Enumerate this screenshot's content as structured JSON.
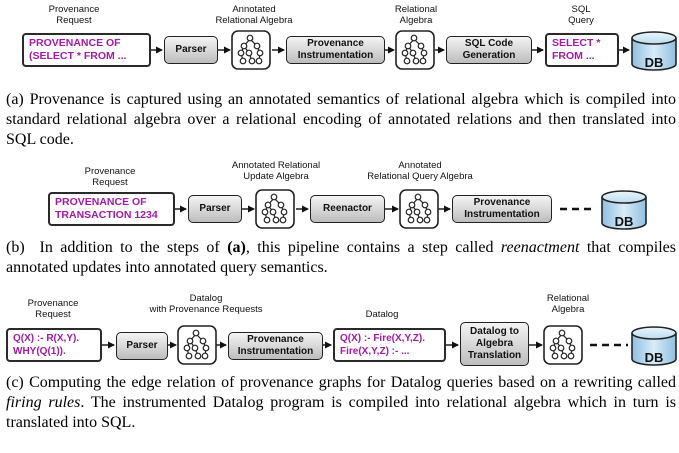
{
  "panel_a": {
    "labels": {
      "provenance_request": [
        "Provenance",
        "Request"
      ],
      "annotated_algebra": [
        "Annotated",
        "Relational Algebra"
      ],
      "relational_algebra": [
        "Relational",
        "Algebra"
      ],
      "sql_query": [
        "SQL",
        "Query"
      ]
    },
    "request_box": [
      "PROVENANCE OF",
      "(SELECT * FROM ..."
    ],
    "parser": "Parser",
    "instrumentation": [
      "Provenance",
      "Instrumentation"
    ],
    "sql_gen": [
      "SQL Code",
      "Generation"
    ],
    "sql_box": [
      "SELECT *",
      "FROM ..."
    ],
    "db": "DB",
    "caption_tag": "(a)",
    "caption": [
      "Provenance is captured using an annotated semantics of relational algebra",
      "which is compiled into standard relational algebra over a relational encoding",
      "of annotated relations and then translated into SQL code."
    ]
  },
  "panel_b": {
    "labels": {
      "provenance_request": [
        "Provenance",
        "Request"
      ],
      "annotated_update": [
        "Annotated Relational",
        "Update Algebra"
      ],
      "annotated_query": [
        "Annotated",
        "Relational Query Algebra"
      ]
    },
    "request_box": [
      "PROVENANCE OF",
      "TRANSACTION 1234"
    ],
    "parser": "Parser",
    "reenactor": "Reenactor",
    "instrumentation": [
      "Provenance",
      "Instrumentation"
    ],
    "db": "DB",
    "caption_tag": "(b)",
    "caption_pre": "In addition to the steps of",
    "caption_bold": "(a)",
    "caption_post": ", this pipeline contains a step called",
    "caption_italic": "reenactment",
    "caption_end": " that compiles annotated updates into annotated query semantics."
  },
  "panel_c": {
    "labels": {
      "provenance_request": [
        "Provenance",
        "Request"
      ],
      "datalog_req": [
        "Datalog",
        "with Provenance Requests"
      ],
      "datalog": [
        "Datalog"
      ],
      "relational_algebra": [
        "Relational",
        "Algebra"
      ]
    },
    "request_box": [
      "Q(X) :- R(X,Y).",
      "WHY(Q(1))."
    ],
    "parser": "Parser",
    "instrumentation": [
      "Provenance",
      "Instrumentation"
    ],
    "datalog_box": [
      "Q(X) :- Fire(X,Y,Z).",
      "Fire(X,Y,Z) :- ..."
    ],
    "translation": [
      "Datalog to",
      "Algebra",
      "Translation"
    ],
    "db": "DB",
    "caption_tag": "(c)",
    "caption_pre": "Computing the edge relation of provenance graphs for Datalog queries based on a rewriting called",
    "caption_italic": "firing rules",
    "caption_post": ". The instrumented Datalog program is compiled into relational algebra which in turn is translated into SQL."
  },
  "colors": {
    "accent_text": "#a21aa6",
    "box_border": "#222222"
  },
  "icons": [
    "tree-graph-icon",
    "database-icon",
    "arrow-icon"
  ]
}
